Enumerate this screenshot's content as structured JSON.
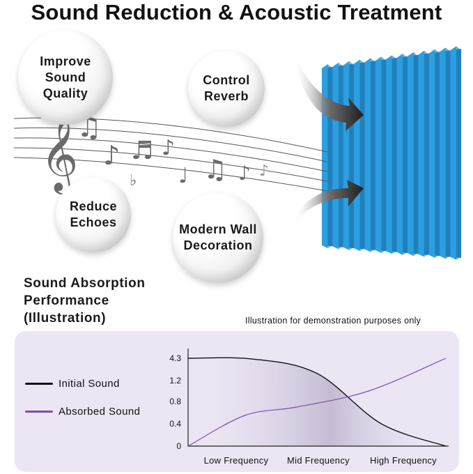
{
  "title": "Sound Reduction & Acoustic Treatment",
  "bubbles": [
    {
      "label": "Improve\nSound\nQuality"
    },
    {
      "label": "Control\nReverb"
    },
    {
      "label": "Reduce\nEchoes"
    },
    {
      "label": "Modern Wall\nDecoration"
    }
  ],
  "performance": {
    "title": "Sound Absorption\nPerformance\n(Illustration)",
    "disclaimer": "Illustration for demonstration purposes only"
  },
  "colors": {
    "foam": "#2b9fe0",
    "panel": "#ece5f4",
    "initial": "#111111",
    "absorbed": "#7a4fa8"
  },
  "chart_data": {
    "type": "line",
    "categories": [
      "Low Frequency",
      "Mid Frequency",
      "High Frequency"
    ],
    "y_ticks": [
      "4.3",
      "1.2",
      "0.8",
      "0.4",
      "0"
    ],
    "legend": "left",
    "grid": false,
    "series": [
      {
        "name": "Initial Sound",
        "color": "#111111",
        "points": [
          [
            0.0,
            4.3
          ],
          [
            0.25,
            4.2
          ],
          [
            0.5,
            2.2
          ],
          [
            0.75,
            0.4
          ],
          [
            1.0,
            0.0
          ]
        ]
      },
      {
        "name": "Absorbed Sound",
        "color": "#7a4fa8",
        "points": [
          [
            0.0,
            0.0
          ],
          [
            0.22,
            0.55
          ],
          [
            0.42,
            0.7
          ],
          [
            0.7,
            1.0
          ],
          [
            1.0,
            4.3
          ]
        ]
      }
    ]
  }
}
